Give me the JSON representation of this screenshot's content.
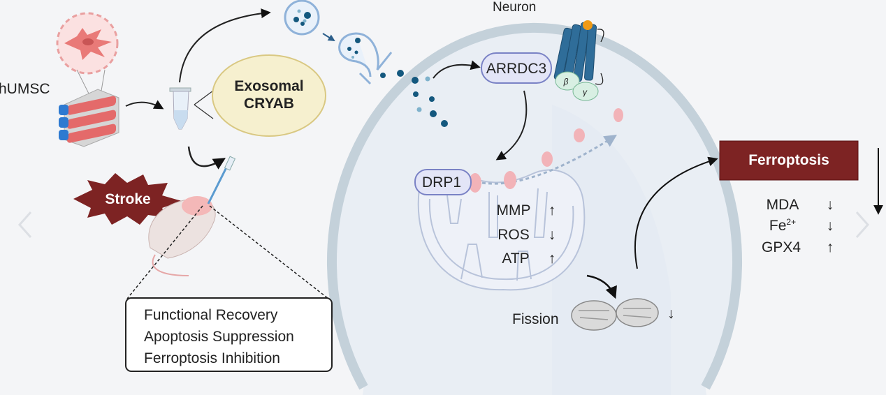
{
  "labels": {
    "source": "hUMSC",
    "cargo_line1": "Exosomal",
    "cargo_line2": "CRYAB",
    "disease": "Stroke",
    "cell": "Neuron",
    "arrdc3": "ARRDC3",
    "beta": "β",
    "gamma": "γ",
    "drp1": "DRP1",
    "fission": "Fission",
    "ferroptosis": "Ferroptosis"
  },
  "mito_markers": [
    {
      "name": "MMP",
      "direction": "↑"
    },
    {
      "name": "ROS",
      "direction": "↓"
    },
    {
      "name": "ATP",
      "direction": "↑"
    }
  ],
  "ferroptosis_markers": [
    {
      "name": "MDA",
      "sup": "",
      "direction": "↓"
    },
    {
      "name": "Fe",
      "sup": "2+",
      "direction": "↓"
    },
    {
      "name": "GPX4",
      "sup": "",
      "direction": "↑"
    }
  ],
  "outcomes": [
    "Functional Recovery",
    "Apoptosis Suppression",
    "Ferroptosis Inhibition"
  ],
  "fission_direction": "↓",
  "colors": {
    "ferroptosis_box": "#7d2323",
    "stroke_badge": "#7d2323",
    "cargo_bubble": "#f6f0cf",
    "cell_membrane": "#c4d1da",
    "exosome_dots": "#14587e",
    "drp1_protein": "#f2b3b8"
  },
  "carousel": {
    "prev_icon": "chevron-left-icon",
    "next_icon": "chevron-right-icon"
  }
}
